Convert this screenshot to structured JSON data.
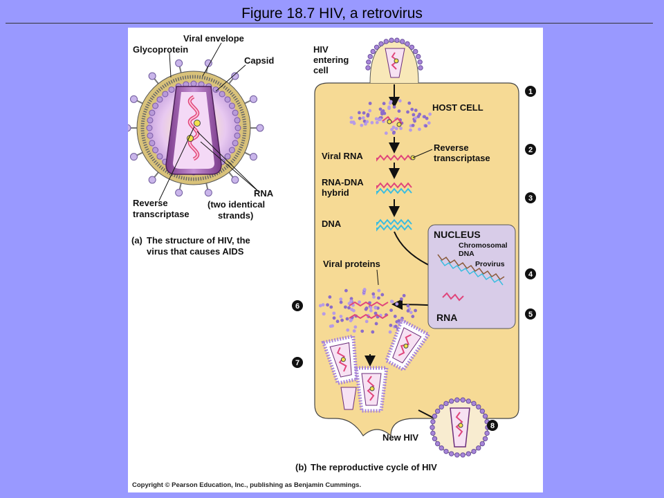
{
  "title": "Figure 18.7  HIV, a retrovirus",
  "structure": {
    "labels": {
      "viral_envelope": "Viral envelope",
      "glycoprotein": "Glycoprotein",
      "capsid": "Capsid",
      "rna_1": "RNA",
      "rna_2": "(two identical",
      "rna_3": "strands)",
      "rt_1": "Reverse",
      "rt_2": "transcriptase"
    },
    "caption_letter": "(a)",
    "caption_1": "The structure of HIV, the",
    "caption_2": "virus that causes AIDS"
  },
  "cycle": {
    "hiv_entering_1": "HIV",
    "hiv_entering_2": "entering",
    "hiv_entering_3": "cell",
    "host_cell": "HOST CELL",
    "viral_rna": "Viral RNA",
    "reverse_1": "Reverse",
    "reverse_2": "transcriptase",
    "rna_dna_1": "RNA-DNA",
    "rna_dna_2": "hybrid",
    "dna": "DNA",
    "nucleus": "NUCLEUS",
    "chromosomal_1": "Chromosomal",
    "chromosomal_2": "DNA",
    "provirus": "Provirus",
    "viral_proteins": "Viral proteins",
    "rna": "RNA",
    "new_hiv": "New HIV",
    "caption_letter": "(b)",
    "caption": "The reproductive cycle of HIV",
    "steps": [
      "1",
      "2",
      "3",
      "4",
      "5",
      "6",
      "7",
      "8"
    ]
  },
  "copyright": "Copyright © Pearson Education, Inc., publishing as Benjamin Cummings."
}
